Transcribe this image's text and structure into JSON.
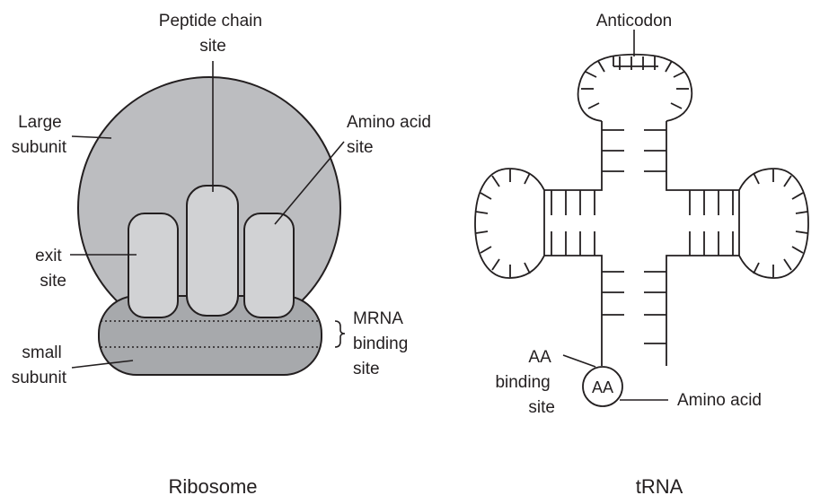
{
  "ribosome": {
    "caption": "Ribosome",
    "peptide_chain_site": [
      "Peptide chain",
      "site"
    ],
    "large_subunit": [
      "Large",
      "subunit"
    ],
    "amino_acid_site": [
      "Amino acid",
      "site"
    ],
    "exit_site": [
      "exit",
      "site"
    ],
    "small_subunit": [
      "small",
      "subunit"
    ],
    "mrna_binding_site": [
      "MRNA",
      "binding",
      "site"
    ],
    "colors": {
      "large": "#bcbdc0",
      "small": "#a7a9ac",
      "sites": "#d1d2d4",
      "outline": "#231f20"
    }
  },
  "trna": {
    "caption": "tRNA",
    "anticodon": "Anticodon",
    "aa_binding_site": [
      "AA",
      "binding",
      "site"
    ],
    "aa_circle": "AA",
    "amino_acid": "Amino acid"
  }
}
